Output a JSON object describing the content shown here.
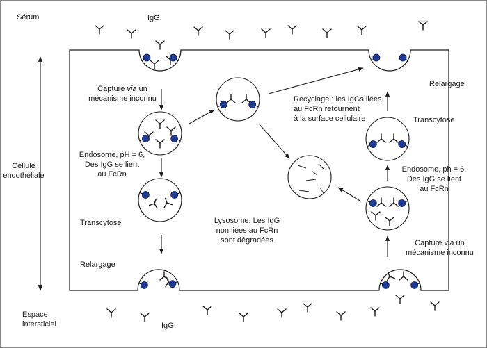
{
  "labels": {
    "serum": "Sérum",
    "igg_top": "IgG",
    "cell_line1": "Cellule",
    "cell_line2": "endothéliale",
    "espace_line1": "Espace",
    "espace_line2": "intersticiel",
    "igg_bottom": "IgG",
    "capture_left_pre": "Capture ",
    "capture_left_via": "via",
    "capture_left_post": " un",
    "capture_left_line2": "mécanisme inconnu",
    "endosome_left_1": "Endosome, pH = 6,",
    "endosome_left_2": "Des IgG se lient",
    "endosome_left_3": "au FcRn",
    "transcytose_left": "Transcytose",
    "relargage_left": "Relargage",
    "recyclage_1": "Recyclage : les IgGs liées",
    "recyclage_2": "au FcRn retournent",
    "recyclage_3": "à la surface cellulaire",
    "lysosome_1": "Lysosome. Les IgG",
    "lysosome_2": "non liées au FcRn",
    "lysosome_3": "sont dégradées",
    "relargage_right": "Relargage",
    "transcytose_right": "Transcytose",
    "endosome_right_1": "Endosome, ph = 6.",
    "endosome_right_2": "Des IgG se lient",
    "endosome_right_3": "au FcRn",
    "capture_right_pre": "Capture ",
    "capture_right_via": "via",
    "capture_right_post": " un",
    "capture_right_line2": "mécanisme inconnu"
  },
  "colors": {
    "receptor": "#1f3a93",
    "line": "#1a1a1a",
    "frame": "#8a8a8a"
  }
}
